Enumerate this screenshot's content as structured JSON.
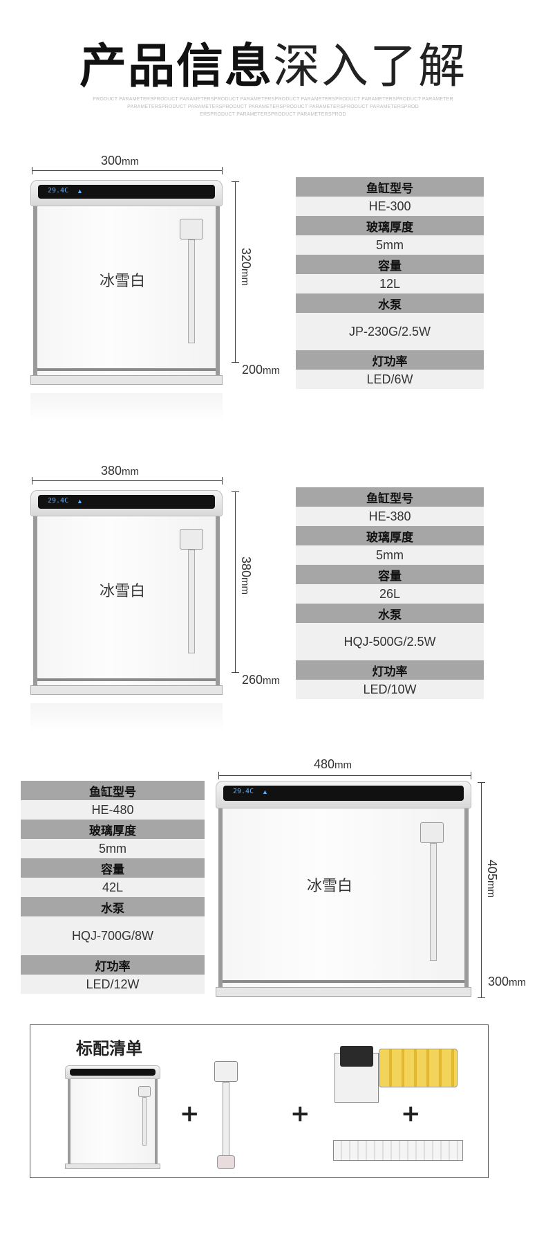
{
  "header": {
    "title_bold": "产品信息",
    "title_light": "深入了解",
    "sub_lines": [
      "PRODUCT PARAMETERSPRODUCT PARAMETERSPRODUCT PARAMETERSPRODUCT PARAMETERSPRODUCT PARAMETERSPRODUCT PARAMETER",
      "PARAMETERSPRODUCT PARAMETERSPRODUCT PARAMETERSPRODUCT PARAMETERSPRODUCT PARAMETERSPROD",
      "ERSPRODUCT PARAMETERSPRODUCT PARAMETERSPROD"
    ]
  },
  "products": [
    {
      "color_name": "冰雪白",
      "display_temp": "29.4C",
      "width": "300",
      "height": "320",
      "depth": "200",
      "unit": "mm",
      "specs": [
        {
          "label": "鱼缸型号",
          "value": "HE-300"
        },
        {
          "label": "玻璃厚度",
          "value": "5mm"
        },
        {
          "label": "容量",
          "value": "12L"
        },
        {
          "label": "水泵",
          "value": "JP-230G/2.5W"
        },
        {
          "label": "灯功率",
          "value": "LED/6W"
        }
      ]
    },
    {
      "color_name": "冰雪白",
      "display_temp": "29.4C",
      "width": "380",
      "height": "380",
      "depth": "260",
      "unit": "mm",
      "specs": [
        {
          "label": "鱼缸型号",
          "value": "HE-380"
        },
        {
          "label": "玻璃厚度",
          "value": "5mm"
        },
        {
          "label": "容量",
          "value": "26L"
        },
        {
          "label": "水泵",
          "value": "HQJ-500G/2.5W"
        },
        {
          "label": "灯功率",
          "value": "LED/10W"
        }
      ]
    },
    {
      "color_name": "冰雪白",
      "display_temp": "29.4C",
      "width": "480",
      "height": "405",
      "depth": "300",
      "unit": "mm",
      "specs": [
        {
          "label": "鱼缸型号",
          "value": "HE-480"
        },
        {
          "label": "玻璃厚度",
          "value": "5mm"
        },
        {
          "label": "容量",
          "value": "42L"
        },
        {
          "label": "水泵",
          "value": "HQJ-700G/8W"
        },
        {
          "label": "灯功率",
          "value": "LED/12W"
        }
      ]
    }
  ],
  "package": {
    "title": "标配清单",
    "plus": "+",
    "items": [
      "aquarium-tank",
      "water-pump",
      "filter-box",
      "led-light-bar"
    ]
  }
}
